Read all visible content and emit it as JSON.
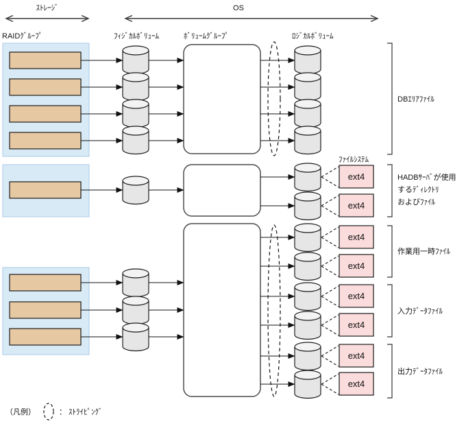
{
  "scopes": {
    "storage": "ｽﾄﾚｰｼﾞ",
    "os": "OS"
  },
  "columns": {
    "raid_group": "RAIDｸﾞﾙｰﾌﾟ",
    "physical_volume": "ﾌｨｼﾞｶﾙﾎﾞﾘｭｰﾑ",
    "volume_group": "ﾎﾞﾘｭｰﾑｸﾞﾙｰﾌﾟ",
    "logical_volume": "ﾛｼﾞｶﾙﾎﾞﾘｭｰﾑ",
    "file_system": "ﾌｧｲﾙｼｽﾃﾑ"
  },
  "fs_label": "ext4",
  "sections": [
    {
      "id": "db-area-file",
      "label": "DBｴﾘｱﾌｧｲﾙ",
      "raid_disks": 4,
      "physical_volumes": 4,
      "logical_volumes": 4,
      "striping": true,
      "ext4_count": 0
    },
    {
      "id": "hadb-server-files",
      "label_lines": [
        "HADBｻｰﾊﾞが使用",
        "するﾃﾞｨﾚｸﾄﾘ",
        "およびﾌｧｲﾙ"
      ],
      "raid_disks": 1,
      "physical_volumes": 1,
      "logical_volumes": 2,
      "striping": false,
      "ext4_count": 2
    },
    {
      "id": "work-temp-file",
      "label": "作業用一時ﾌｧｲﾙ",
      "logical_volumes": 2,
      "striping": true,
      "ext4_count": 2
    },
    {
      "id": "input-data-file",
      "label": "入力ﾃﾞｰﾀﾌｧｲﾙ",
      "logical_volumes": 2,
      "striping": true,
      "ext4_count": 2
    },
    {
      "id": "output-data-file",
      "label": "出力ﾃﾞｰﾀﾌｧｲﾙ",
      "logical_volumes": 2,
      "striping": true,
      "ext4_count": 2
    }
  ],
  "shared_lower_group": {
    "raid_disks": 3,
    "physical_volumes": 3,
    "striping": true
  },
  "legend": {
    "caption": "（凡例）",
    "separator": "：",
    "striping_label": "ｽﾄﾗｲﾋﾟﾝｸﾞ"
  },
  "colors": {
    "raid_bg": "#d9eaf7",
    "raid_bg_border": "#aac9e4",
    "disk_fill": "#e6c9a3",
    "cyl_body": "#e6e6e6",
    "cyl_top": "#f3f3f3",
    "fs_fill": "#fbdcdc",
    "line": "#111111"
  }
}
